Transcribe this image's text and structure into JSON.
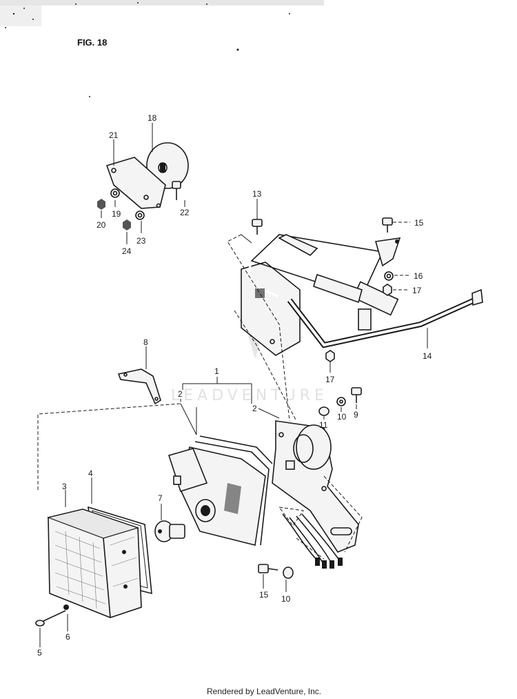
{
  "figure_title": "FIG. 18",
  "watermark": "LEADVENTURE",
  "footer": "Rendered by LeadVenture, Inc.",
  "callouts": {
    "c1": "1",
    "c2a": "2",
    "c2b": "2",
    "c3": "3",
    "c4": "4",
    "c5": "5",
    "c6": "6",
    "c7": "7",
    "c8": "8",
    "c9": "9",
    "c10a": "10",
    "c10b": "10",
    "c11": "11",
    "c13": "13",
    "c14": "14",
    "c15a": "15",
    "c15b": "15",
    "c16": "16",
    "c17a": "17",
    "c17b": "17",
    "c18": "18",
    "c19": "19",
    "c20": "20",
    "c21": "21",
    "c22": "22",
    "c23": "23",
    "c24": "24"
  }
}
